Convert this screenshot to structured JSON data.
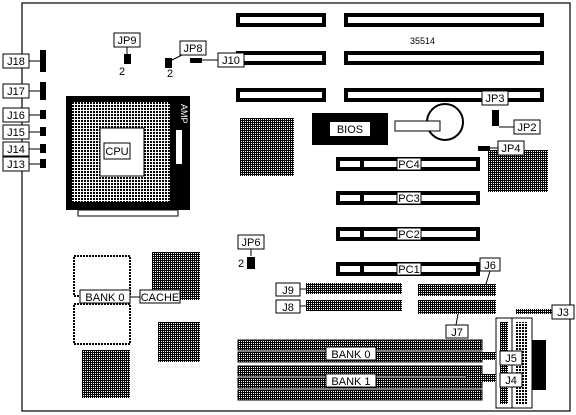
{
  "board_id": "35514",
  "labels": {
    "jp9": "JP9",
    "jp8": "JP8",
    "j10": "J10",
    "jp3": "JP3",
    "jp2": "JP2",
    "jp4": "JP4",
    "jp6": "JP6",
    "j18": "J18",
    "j17": "J17",
    "j16": "J16",
    "j15": "J15",
    "j14": "J14",
    "j13": "J13",
    "cpu": "CPU",
    "amp": "AMP",
    "bios": "BIOS",
    "pc1": "PC1",
    "pc2": "PC2",
    "pc3": "PC3",
    "pc4": "PC4",
    "j9": "J9",
    "j8": "J8",
    "j6": "J6",
    "j7": "J7",
    "j3": "J3",
    "j5": "J5",
    "j4": "J4",
    "bank0": "BANK 0",
    "bank1": "BANK 1",
    "cache_bank": "BANK 0",
    "cache": "CACHE",
    "pin2": "2"
  }
}
